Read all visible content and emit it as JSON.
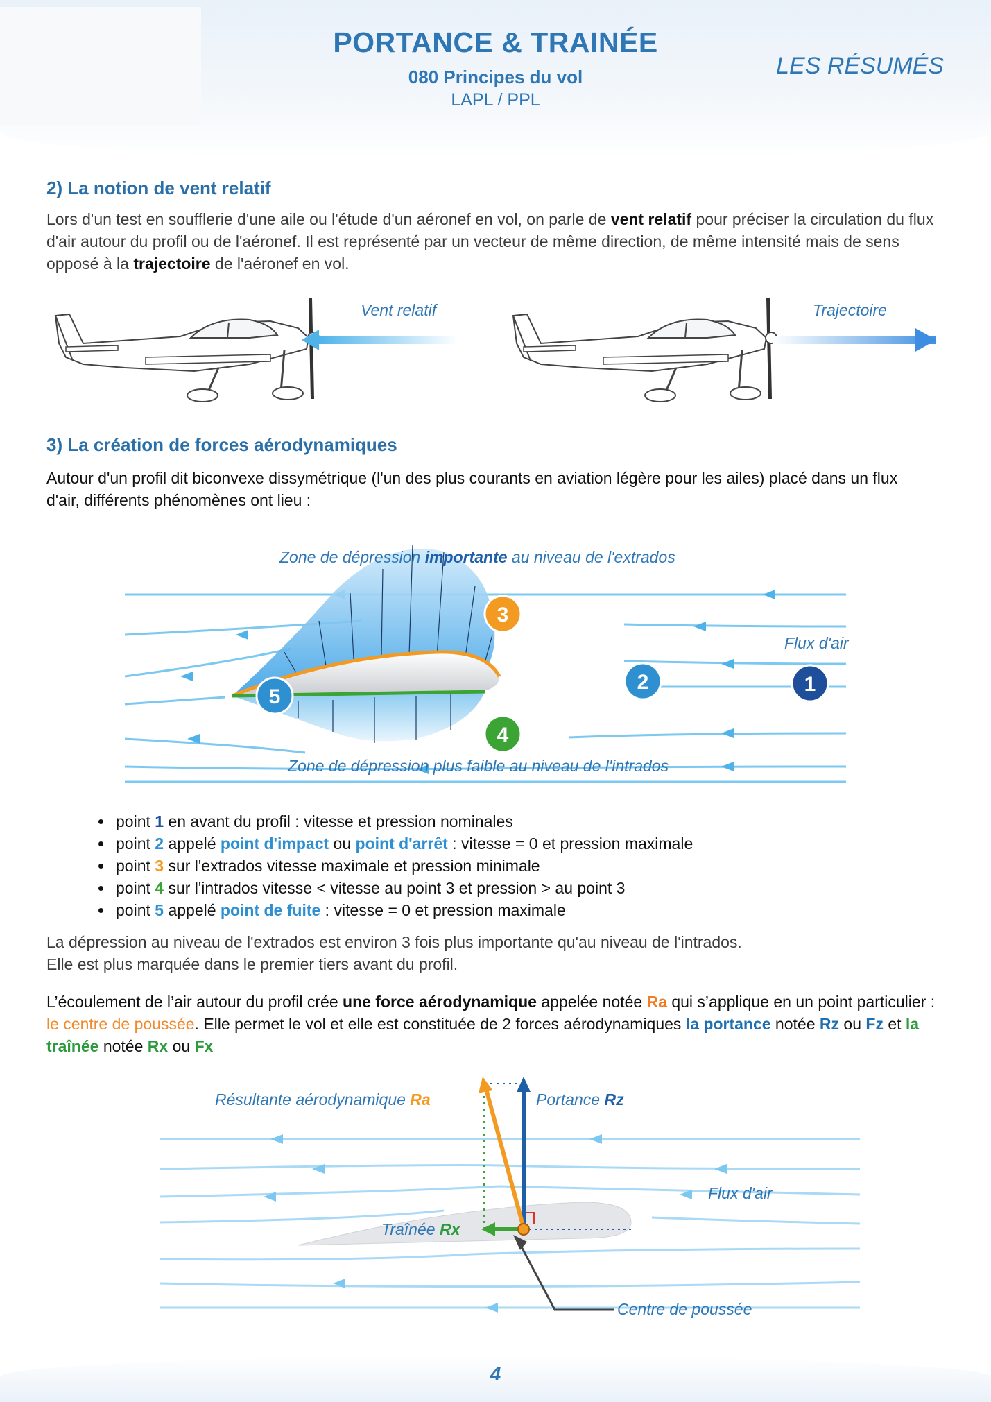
{
  "header": {
    "title": "PORTANCE & TRAINÉE",
    "subtitle": "080 Principes du vol",
    "level": "LAPL / PPL",
    "series": "LES RÉSUMÉS"
  },
  "section2": {
    "title": "2) La notion de vent relatif",
    "p1_a": "Lors d'un test en soufflerie d'une aile ou l'étude d'un aéronef en vol, on parle de ",
    "p1_b": "vent relatif",
    "p1_c": " pour préciser la circulation du flux d'air autour du profil ou de l'aéronef. Il est représenté par un vecteur de même direction, de même intensité mais de sens opposé à la ",
    "p1_d": "trajectoire",
    "p1_e": " de l'aéronef en vol.",
    "fig_label_left": "Vent relatif",
    "fig_label_right": "Trajectoire"
  },
  "section3": {
    "title": "3) La création de forces aérodynamiques",
    "intro": "Autour d'un profil dit biconvexe dissymétrique (l'un des plus courants en aviation légère pour les ailes) placé dans un flux d'air, différents phénomènes ont lieu :",
    "fig1": {
      "top_a": "Zone de dépression ",
      "top_b": "importante",
      "top_c": " au niveau de l'extrados",
      "flux": "Flux d'air",
      "bottom": "Zone de dépression plus faible au niveau de l'intrados",
      "points": [
        "1",
        "2",
        "3",
        "4",
        "5"
      ]
    },
    "bullets": [
      {
        "pre": "point ",
        "num": "1",
        "a": " en avant du profil : vitesse et pression nominales"
      },
      {
        "pre": "point ",
        "num": "2",
        "a": " appelé ",
        "k1": "point d'impact",
        "b": " ou ",
        "k2": "point d'arrêt",
        "c": " : vitesse = 0 et pression maximale"
      },
      {
        "pre": "point ",
        "num": "3",
        "a": " sur l'extrados vitesse maximale et pression minimale"
      },
      {
        "pre": "point ",
        "num": "4",
        "a": " sur l'intrados vitesse < vitesse au point 3 et pression > au point 3"
      },
      {
        "pre": "point ",
        "num": "5",
        "a": " appelé ",
        "k1": "point de fuite",
        "c": " : vitesse = 0 et pression maximale"
      }
    ],
    "p2_l1": "La dépression au niveau de l'extrados est environ 3 fois plus importante qu'au niveau de l'intrados.",
    "p2_l2": "Elle est plus marquée dans le premier tiers avant du profil.",
    "p3": {
      "a": "L’écoulement de l’air autour du profil crée ",
      "b": "une force aérodynamique",
      "c": " appelée notée ",
      "ra": "Ra",
      "d": " qui s’applique en un point particulier : ",
      "cp": "le centre de poussée",
      "e": ". Elle permet le vol et elle est constituée de 2 forces aérodynamiques ",
      "portance": "la portance",
      "f": " notée ",
      "rz": "Rz",
      "g": " ou ",
      "fz": "Fz",
      "h": " et ",
      "trainee": "la traînée",
      "i": " notée ",
      "rx": "Rx",
      "j": " ou ",
      "fx": "Fx"
    },
    "fig2": {
      "resultante": "Résultante aérodynamique ",
      "ra": "Ra",
      "portance": "Portance ",
      "rz": "Rz",
      "flux": "Flux d'air",
      "trainee": "Traînée ",
      "rx": "Rx",
      "centre": "Centre de poussée"
    }
  },
  "footer": {
    "page": "4"
  },
  "colors": {
    "brand_blue": "#2f77b4",
    "lift_blue": "#1f5fa8",
    "drag_green": "#3ba435",
    "resultant_orange": "#f39a22",
    "flow_blue": "#4fb3ea"
  },
  "icons": [
    "airplane-icon",
    "arrow-icon"
  ]
}
